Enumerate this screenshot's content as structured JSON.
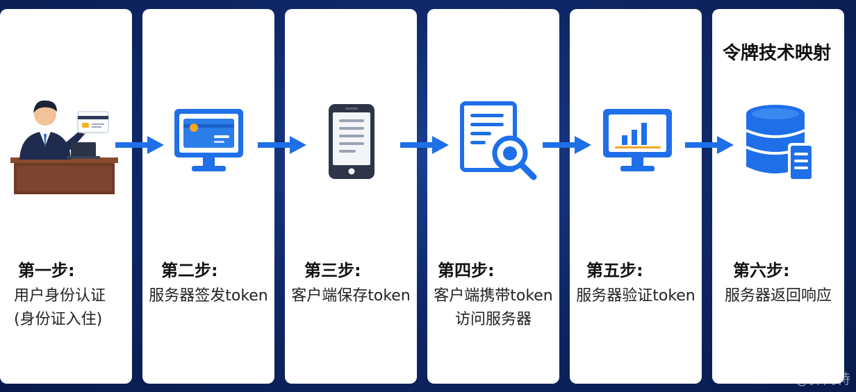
{
  "colors": {
    "accent": "#1e6fe8",
    "background": "#0f2868",
    "card": "#ffffff"
  },
  "heading": "令牌技术映射",
  "steps": [
    {
      "title": "第一步:",
      "desc_lines": [
        "用户身份认证",
        "(身份证入住)"
      ],
      "icon": "hotel-receptionist-icon"
    },
    {
      "title": "第二步:",
      "desc_lines": [
        "服务器签发token"
      ],
      "icon": "monitor-card-icon"
    },
    {
      "title": "第三步:",
      "desc_lines": [
        "客户端保存token"
      ],
      "icon": "smartphone-icon"
    },
    {
      "title": "第四步:",
      "desc_lines": [
        "客户端携带token",
        "访问服务器"
      ],
      "icon": "document-search-icon"
    },
    {
      "title": "第五步:",
      "desc_lines": [
        "服务器验证token"
      ],
      "icon": "monitor-chart-icon"
    },
    {
      "title": "第六步:",
      "desc_lines": [
        "服务器返回响应"
      ],
      "icon": "database-server-icon"
    }
  ],
  "watermark": "CSDN @弹简特"
}
